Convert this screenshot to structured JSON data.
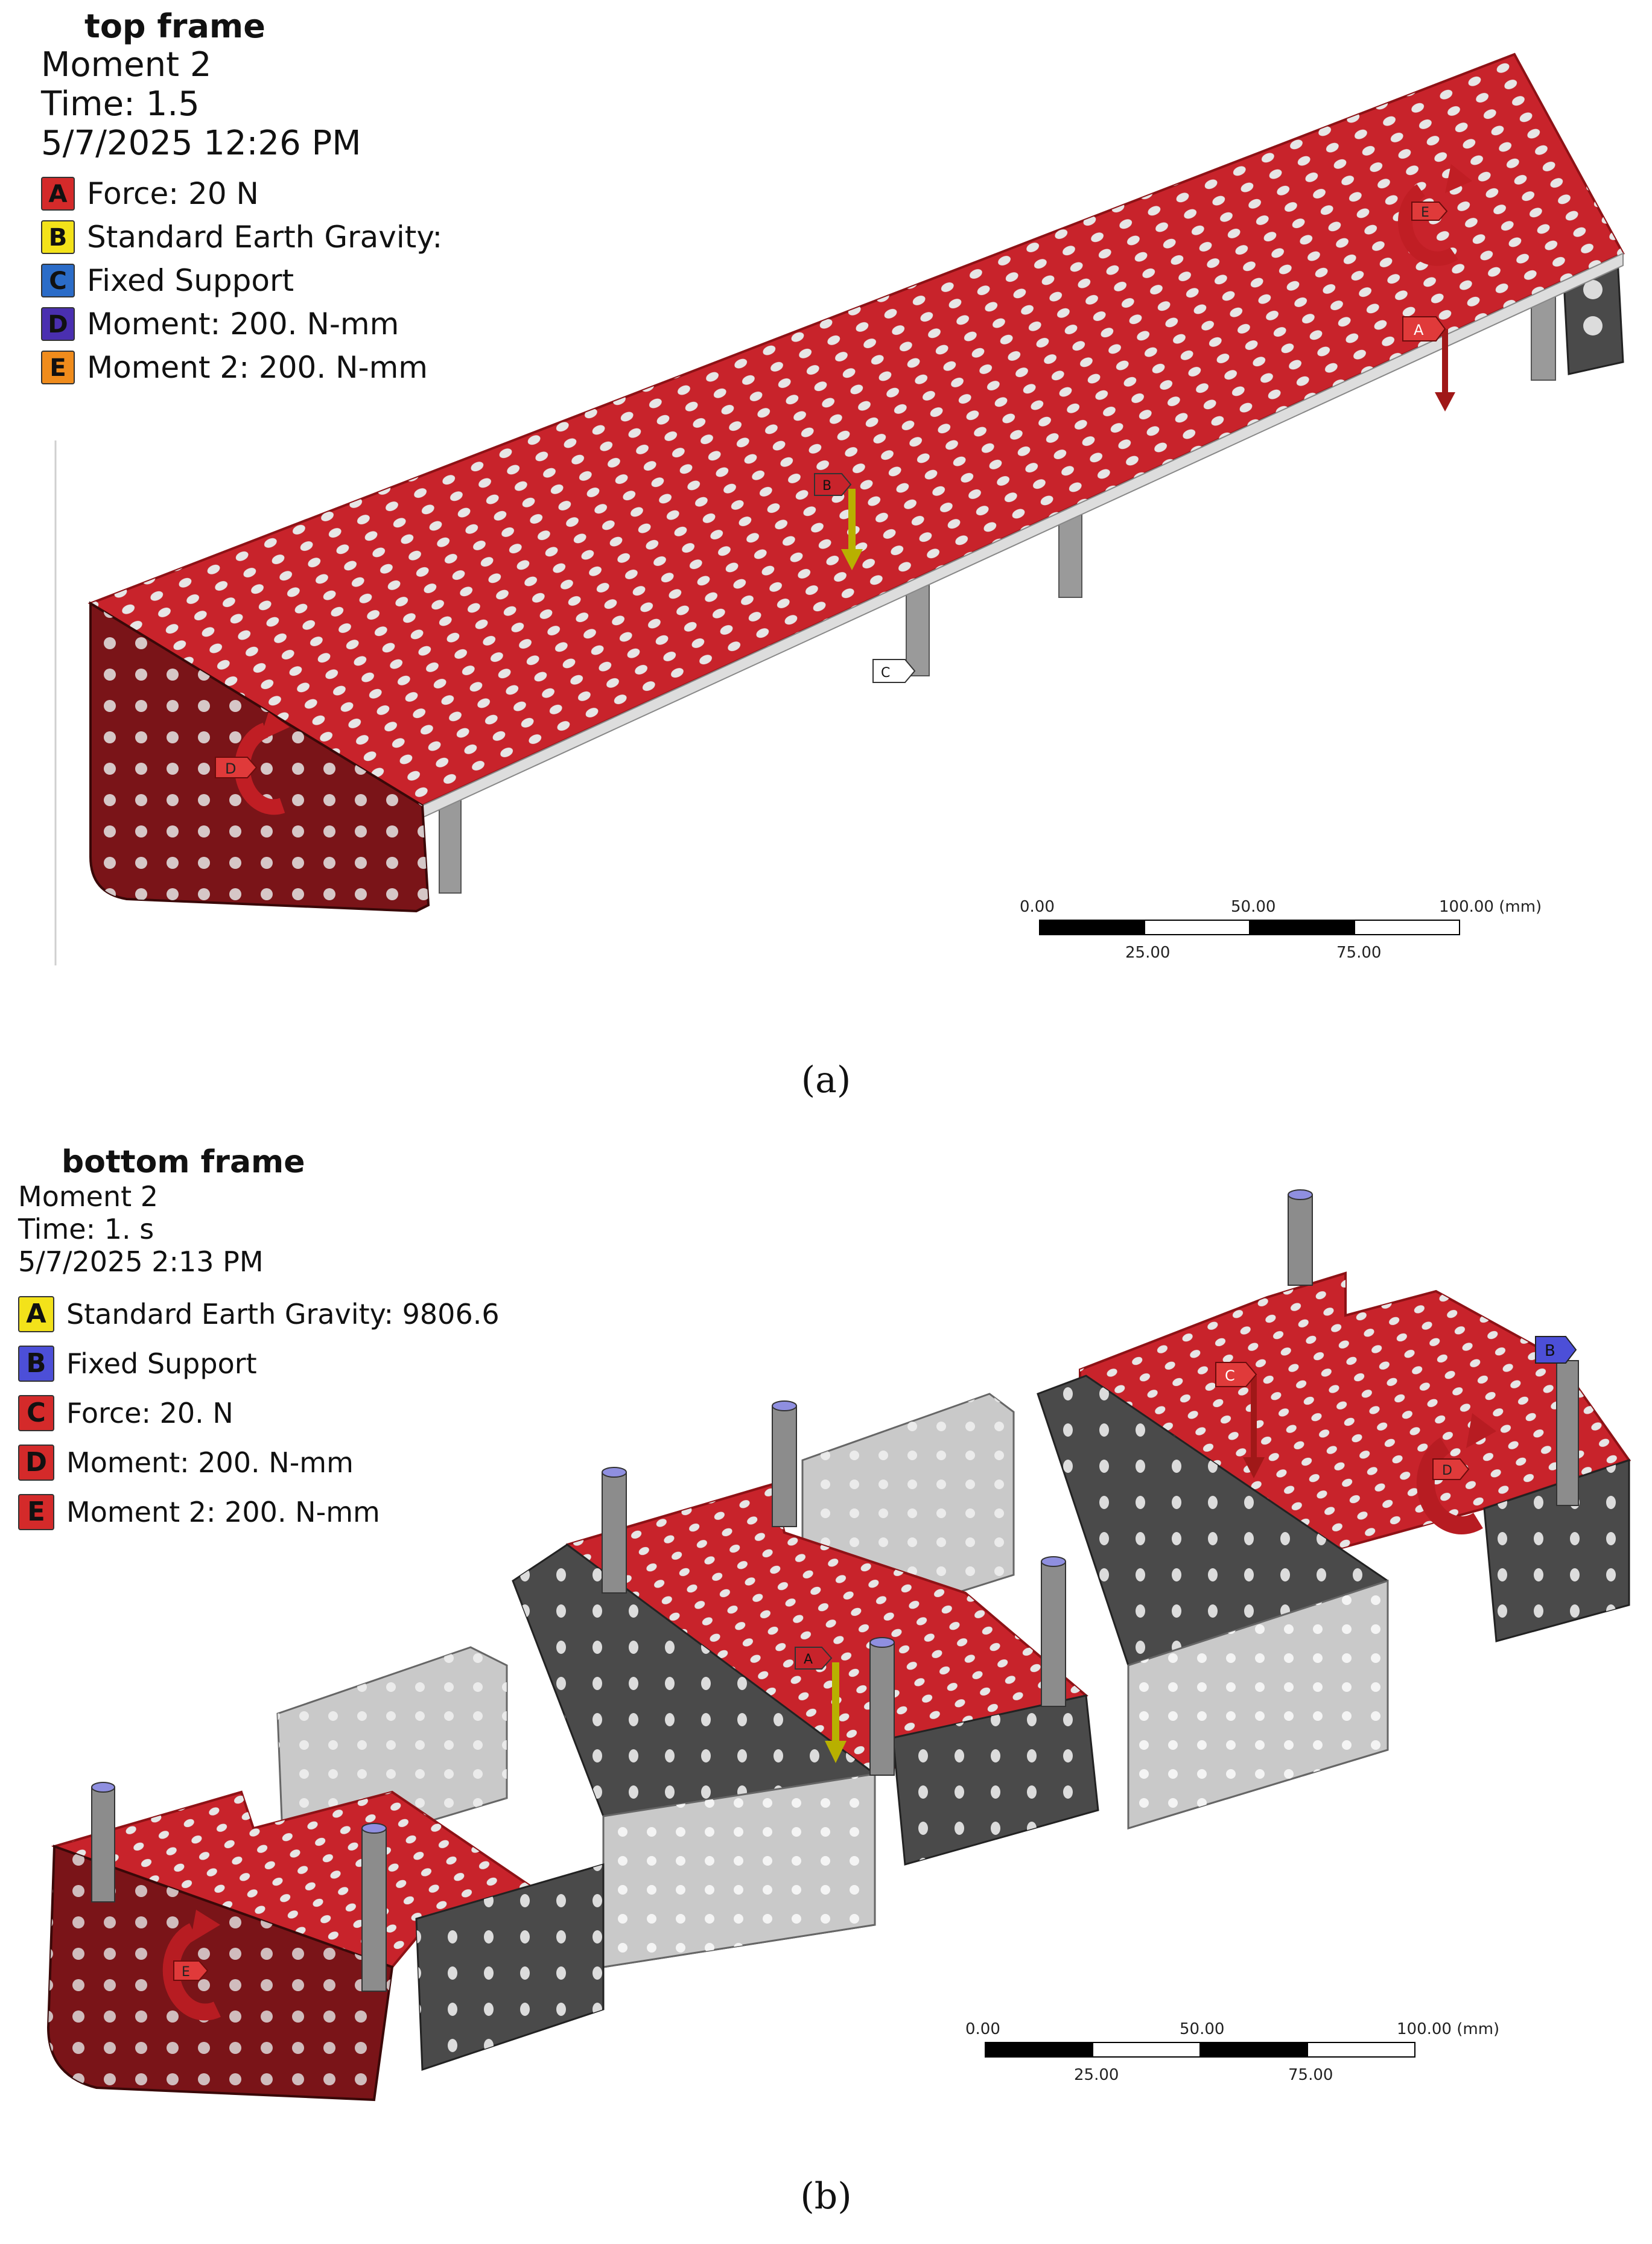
{
  "panel_a": {
    "title": "top frame",
    "subtitle": "Moment 2",
    "time": "Time: 1.5",
    "date": "5/7/2025 12:26 PM",
    "legend": [
      {
        "key": "A",
        "label": "Force: 20 N",
        "color": "#d42a2a"
      },
      {
        "key": "B",
        "label": "Standard Earth Gravity:",
        "color": "#f3e21a"
      },
      {
        "key": "C",
        "label": "Fixed Support",
        "color": "#2b6cc8"
      },
      {
        "key": "D",
        "label": "Moment: 200. N-mm",
        "color": "#4a2fb0"
      },
      {
        "key": "E",
        "label": "Moment 2: 200. N-mm",
        "color": "#f08c1c"
      }
    ],
    "tags": {
      "A": "A",
      "B": "B",
      "C": "C",
      "D": "D",
      "E": "E"
    },
    "caption": "(a)"
  },
  "panel_b": {
    "title": "bottom frame",
    "subtitle": "Moment 2",
    "time": "Time: 1. s",
    "date": "5/7/2025 2:13 PM",
    "legend": [
      {
        "key": "A",
        "label": "Standard Earth Gravity: 9806.6",
        "color": "#f3e21a"
      },
      {
        "key": "B",
        "label": "Fixed Support",
        "color": "#4c4fd8"
      },
      {
        "key": "C",
        "label": "Force: 20. N",
        "color": "#d42a2a"
      },
      {
        "key": "D",
        "label": "Moment: 200. N-mm",
        "color": "#d42a2a"
      },
      {
        "key": "E",
        "label": "Moment 2: 200. N-mm",
        "color": "#d42a2a"
      }
    ],
    "tags": {
      "A": "A",
      "B": "B",
      "C": "C",
      "D": "D",
      "E": "E"
    },
    "caption": "(b)"
  },
  "scale_bar": {
    "top_labels": [
      "0.00",
      "50.00",
      "100.00 (mm)"
    ],
    "bottom_labels": [
      "25.00",
      "75.00"
    ]
  },
  "colors": {
    "plate_red": "#c8232b",
    "plate_dark": "#7a1418",
    "metal_light": "#c9c9c9",
    "metal_dark": "#4a4a4a",
    "hole": "#e6e6e6",
    "gravity_arrow": "#b8b000",
    "force_arrow": "#a01818"
  }
}
